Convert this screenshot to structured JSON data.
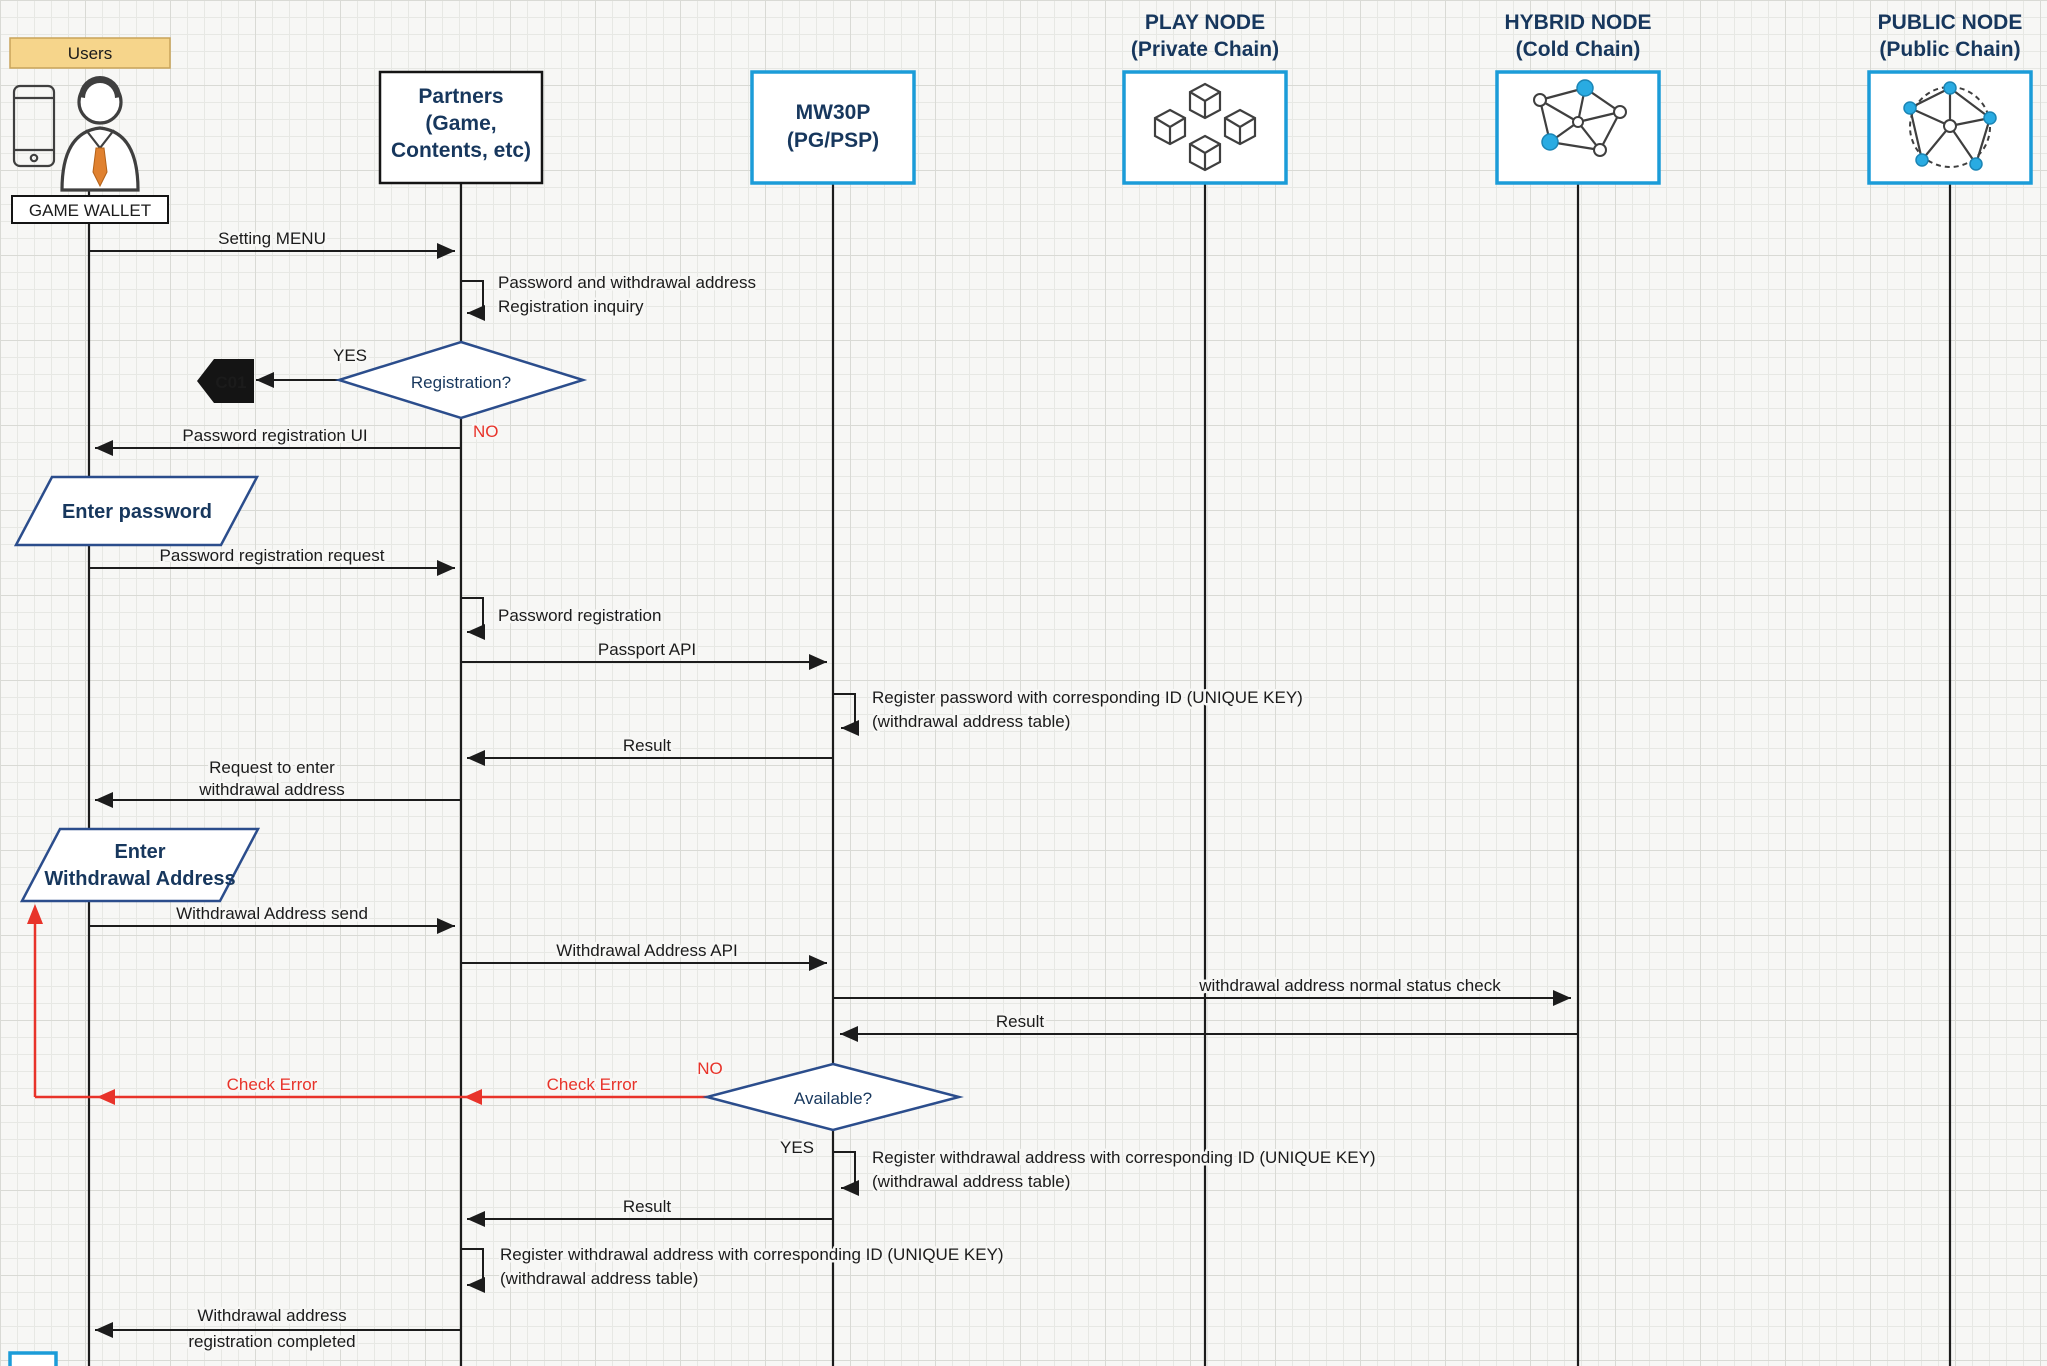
{
  "meta": {
    "type": "sequence-diagram",
    "subject": "Game wallet password and withdrawal address registration flow"
  },
  "colors": {
    "accent_blue": "#1b9cd8",
    "navy": "#17375d",
    "red": "#e8332a",
    "users_tab_fill": "#f6d58b",
    "line": "#1c1c1c"
  },
  "participants": {
    "users": {
      "tab": "Users",
      "wallet": "GAME WALLET"
    },
    "partners": {
      "l1": "Partners",
      "l2": "(Game,",
      "l3": "Contents, etc)"
    },
    "mw30p": {
      "l1": "MW30P",
      "l2": "(PG/PSP)"
    },
    "play": {
      "l1": "PLAY NODE",
      "l2": "(Private Chain)"
    },
    "hybrid": {
      "l1": "HYBRID NODE",
      "l2": "(Cold Chain)"
    },
    "public": {
      "l1": "PUBLIC NODE",
      "l2": "(Public Chain)"
    }
  },
  "flow": {
    "setting_menu": "Setting MENU",
    "reg_inquiry_l1": "Password and withdrawal address",
    "reg_inquiry_l2": "Registration inquiry",
    "yes": "YES",
    "no": "NO",
    "registration_q": "Registration?",
    "connector_c01": "C01",
    "pw_reg_ui": "Password registration UI",
    "enter_password": "Enter password",
    "pw_reg_request": "Password registration request",
    "pw_registration": "Password registration",
    "passport_api": "Passport API",
    "reg_pw_l1": "Register password with corresponding ID (UNIQUE KEY)",
    "reg_pw_l2": "(withdrawal address table)",
    "result": "Result",
    "req_withdraw_l1": "Request to enter",
    "req_withdraw_l2": "withdrawal address",
    "enter_withdraw_l1": "Enter",
    "enter_withdraw_l2": "Withdrawal Address",
    "withdraw_send": "Withdrawal Address send",
    "withdraw_api": "Withdrawal Address API",
    "status_check": "withdrawal address normal status check",
    "available_q": "Available?",
    "check_error": "Check Error",
    "reg_wd_l1": "Register withdrawal address with corresponding ID (UNIQUE KEY)",
    "reg_wd_l2": "(withdrawal address table)",
    "completed_l1": "Withdrawal address",
    "completed_l2": "registration completed"
  }
}
